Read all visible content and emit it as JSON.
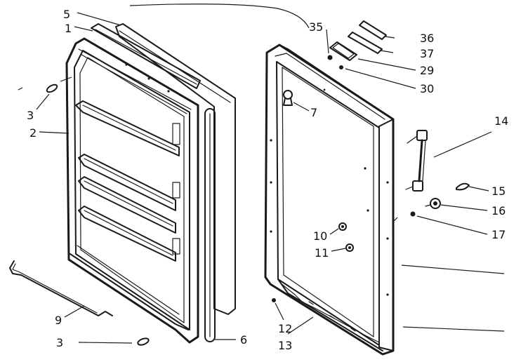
{
  "callouts": {
    "c1": "1",
    "c2": "2",
    "c3a": "3",
    "c3b": "3",
    "c5": "5",
    "c6": "6",
    "c7": "7",
    "c9": "9",
    "c10": "10",
    "c11": "11",
    "c12": "12",
    "c13": "13",
    "c14": "14",
    "c15": "15",
    "c16": "16",
    "c17": "17",
    "c29": "29",
    "c30": "30",
    "c35": "35",
    "c36": "36",
    "c37": "37"
  }
}
